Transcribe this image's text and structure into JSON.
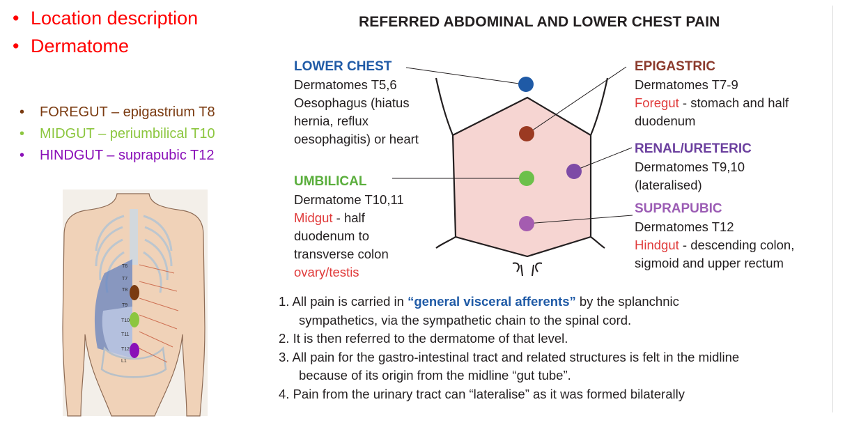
{
  "top_bullets": [
    "Location description",
    "Dermatome"
  ],
  "gut_bullets": {
    "foregut": "FOREGUT – epigastrium T8",
    "midgut": "MIDGUT – periumbilical T10",
    "hindgut": "HINDGUT – suprapubic T12"
  },
  "figure_labels": [
    "T6",
    "T7",
    "T8",
    "T9",
    "T10",
    "T11",
    "T12",
    "L1"
  ],
  "title": "REFERRED ABDOMINAL AND  LOWER CHEST PAIN",
  "lower_chest": {
    "head": "LOWER CHEST",
    "l1": "Dermatomes T5,6",
    "l2": "Oesophagus (hiatus",
    "l3": "hernia, reflux",
    "l4": "oesophagitis) or heart"
  },
  "umbilical": {
    "head": "UMBILICAL",
    "l1": "Dermatome T10,11",
    "midgut": "Midgut",
    "l2_rest": " - half",
    "l3": "duodenum to",
    "l4": "transverse colon",
    "l5": "ovary/testis"
  },
  "epigastric": {
    "head": "EPIGASTRIC",
    "l1": "Dermatomes T7-9",
    "foregut": "Foregut",
    "l2_rest": " - stomach and half",
    "l3": "duodenum"
  },
  "renal": {
    "head": "RENAL/URETERIC",
    "l1": "Dermatomes T9,10",
    "l2": "(lateralised)"
  },
  "suprapubic": {
    "head": "SUPRAPUBIC",
    "l1": "Dermatomes T12",
    "hindgut": "Hindgut",
    "l2_rest": " - descending colon,",
    "l3": "sigmoid and upper rectum"
  },
  "notes": {
    "n1a_pre": "1. All pain is carried in ",
    "n1a_em": "“general visceral afferents”",
    "n1a_post": " by the splanchnic",
    "n1b": "sympathetics, via the sympathetic chain to the spinal cord.",
    "n2": "2.  It is then referred to the dermatome of that level.",
    "n3a": "3. All pain for the gastro-intestinal tract and related structures is felt in the midline",
    "n3b": "because of its origin from the midline “gut tube”.",
    "n4": "4.  Pain from the urinary tract can “lateralise” as it was formed bilaterally"
  },
  "colors": {
    "foregut": "#7a3a10",
    "midgut": "#8cc63f",
    "hindgut": "#8a10b8",
    "abdomen_fill": "#f6d5d2",
    "dot_lower_chest": "#1f5aa6",
    "dot_epigastric": "#9b3a22",
    "dot_umbilical": "#6cc04a",
    "dot_renal": "#7e4ba6",
    "dot_suprapubic": "#a45cb0"
  }
}
